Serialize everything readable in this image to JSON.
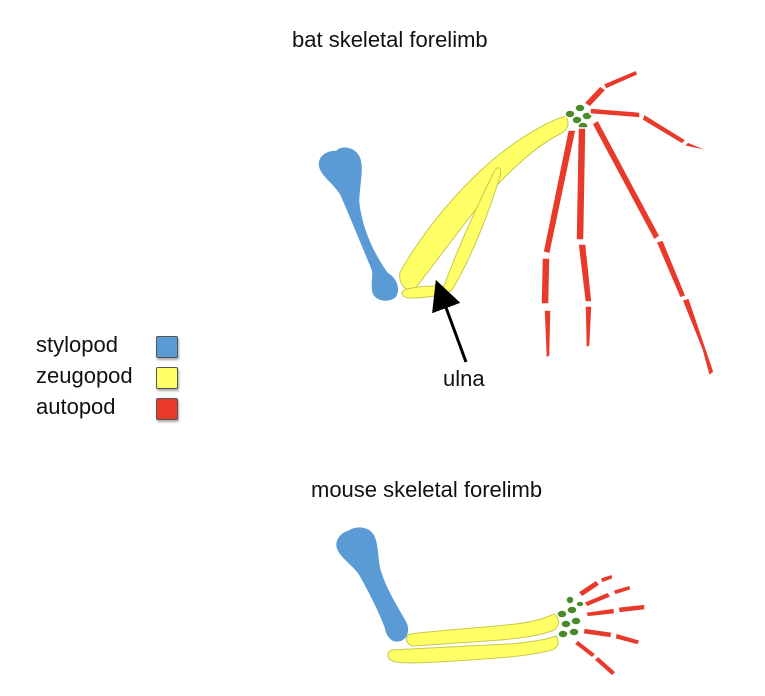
{
  "titles": {
    "bat": "bat skeletal forelimb",
    "mouse": "mouse skeletal forelimb"
  },
  "annotation": {
    "ulna": "ulna"
  },
  "legend": [
    {
      "label": "stylopod",
      "color": "#5b9bd5"
    },
    {
      "label": "zeugopod",
      "color": "#ffff66"
    },
    {
      "label": "autopod",
      "color": "#e8392a"
    }
  ],
  "colors": {
    "stylopod": "#5b9bd5",
    "zeugopod": "#ffff66",
    "autopod": "#e8392a",
    "carpals": "#4a8a2a",
    "outline": "#ffffff"
  }
}
